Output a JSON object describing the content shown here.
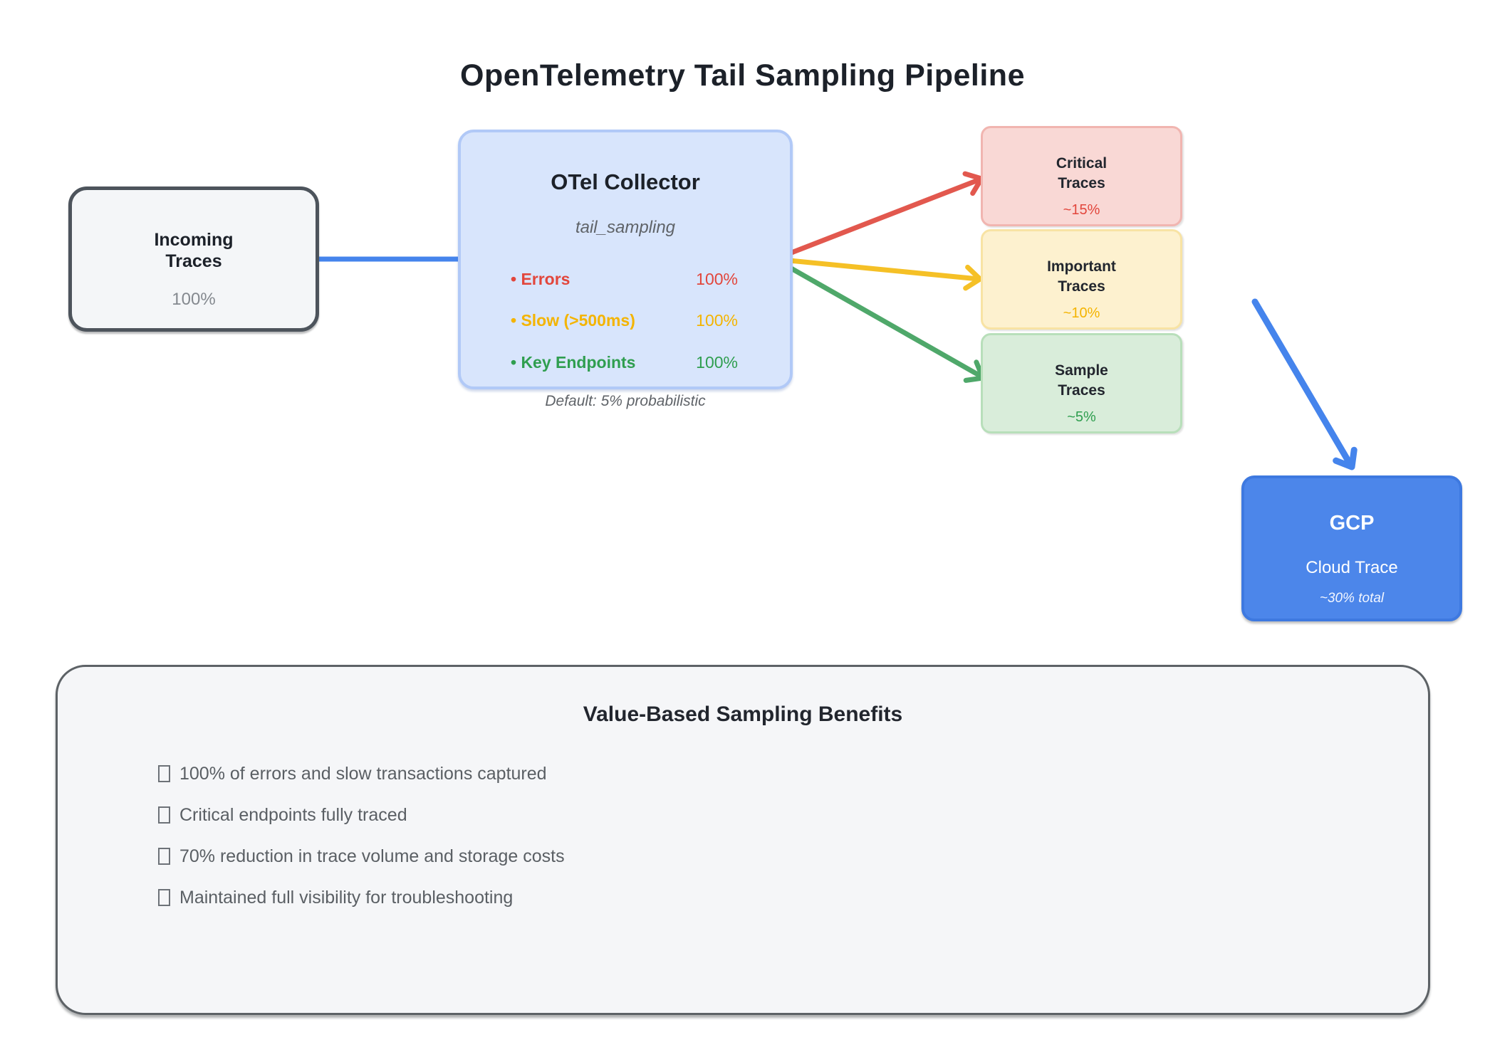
{
  "title": "OpenTelemetry Tail Sampling Pipeline",
  "nodes": {
    "incoming": {
      "name": "Incoming\nTraces",
      "value": "100%"
    },
    "collector": {
      "title": "OTel Collector",
      "subtitle": "tail_sampling",
      "rows": [
        {
          "label": "• Errors",
          "value": "100%"
        },
        {
          "label": "• Slow (>500ms)",
          "value": "100%"
        },
        {
          "label": "• Key Endpoints",
          "value": "100%"
        }
      ],
      "footnote": "Default: 5% probabilistic"
    },
    "critical": {
      "name": "Critical\nTraces",
      "value": "~15%"
    },
    "important": {
      "name": "Important\nTraces",
      "value": "~10%"
    },
    "sample": {
      "name": "Sample\nTraces",
      "value": "~5%"
    },
    "gcp": {
      "title": "GCP",
      "subtitle": "Cloud Trace",
      "value": "~30% total"
    }
  },
  "benefits": {
    "title": "Value-Based Sampling Benefits",
    "bullet_glyph": "missing-glyph-box",
    "items": [
      "100% of errors and slow transactions captured",
      "Critical endpoints fully traced",
      "70% reduction in trace volume and storage costs",
      "Maintained full visibility for troubleshooting"
    ]
  },
  "colors": {
    "arrow_blue": "#4584ec",
    "red": "#e2463c",
    "yellow": "#f4b400",
    "green": "#2f9e4f",
    "gcp_fill": "#4c86ea",
    "collector_fill": "#d8e5fc",
    "critical_fill": "#f9d8d5",
    "important_fill": "#fdf1cf",
    "sample_fill": "#d9edda",
    "panel_fill": "#f5f6f8"
  }
}
